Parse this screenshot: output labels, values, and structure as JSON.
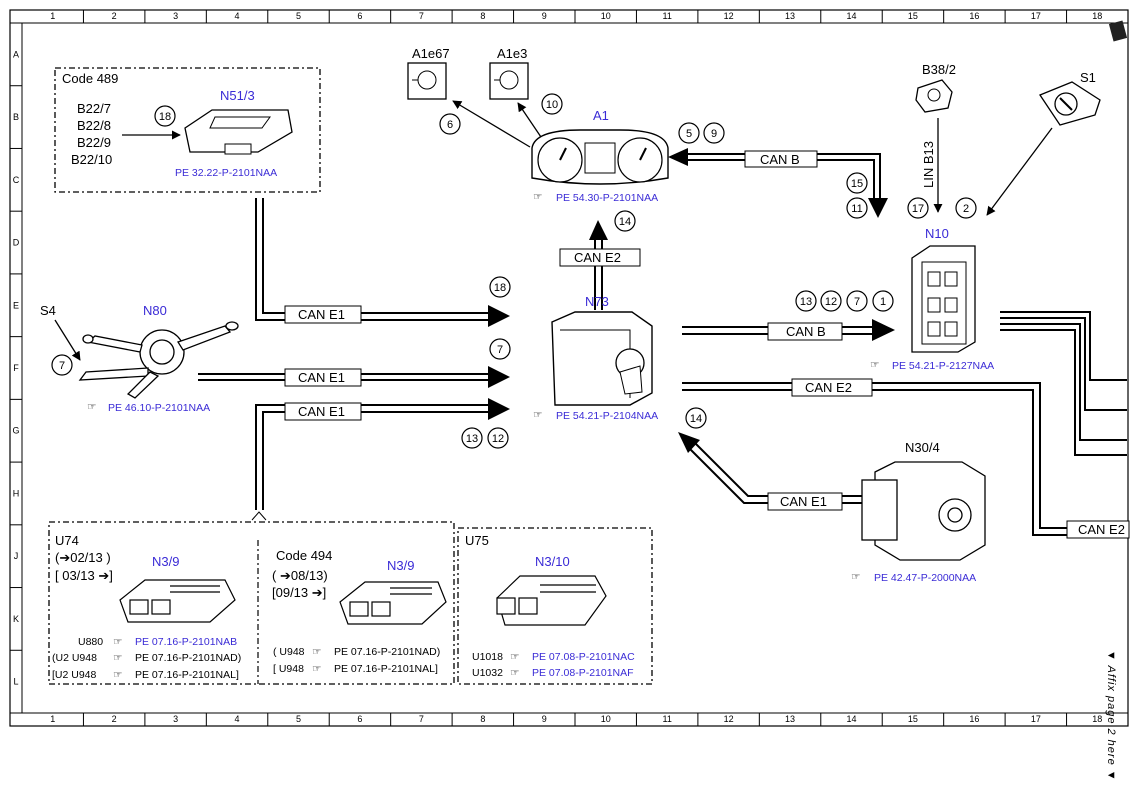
{
  "grid": {
    "columns": [
      "1",
      "2",
      "3",
      "4",
      "5",
      "6",
      "7",
      "8",
      "9",
      "10",
      "11",
      "12",
      "13",
      "14",
      "15",
      "16",
      "17",
      "18"
    ],
    "rows": [
      "A",
      "B",
      "C",
      "D",
      "E",
      "F",
      "G",
      "H",
      "J",
      "K",
      "L"
    ]
  },
  "side_note": "▼ Affix page 2 here ▼",
  "groups": {
    "code489": "Code 489",
    "u74": "U74",
    "u74_from": "(➔02/13 )",
    "u74_to": "[ 03/13 ➔]",
    "code494": "Code 494",
    "code494_from": "( ➔08/13)",
    "code494_to": "[09/13 ➔]",
    "u75": "U75"
  },
  "components": {
    "n51_3": "N51/3",
    "b22_list": [
      "B22/7",
      "B22/8",
      "B22/9",
      "B22/10"
    ],
    "a1e67": "A1e67",
    "a1e3": "A1e3",
    "a1": "A1",
    "b38_2": "B38/2",
    "s1": "S1",
    "lin_b13": "LIN B13",
    "n10": "N10",
    "s4": "S4",
    "n80": "N80",
    "n73": "N73",
    "n30_4": "N30/4",
    "n3_9_a": "N3/9",
    "n3_9_b": "N3/9",
    "n3_10": "N3/10"
  },
  "refs": {
    "n51_3": "PE 32.22-P-2101NAA",
    "a1": "PE 54.30-P-2101NAA",
    "n10": "PE 54.21-P-2127NAA",
    "n80": "PE 46.10-P-2101NAA",
    "n73": "PE 54.21-P-2104NAA",
    "n30_4": "PE 42.47-P-2000NAA",
    "u74_1_code": "U880",
    "u74_1": "PE 07.16-P-2101NAB",
    "u74_2_code": "(U2  U948",
    "u74_2": "PE 07.16-P-2101NAD)",
    "u74_3_code": "[U2  U948",
    "u74_3": "PE 07.16-P-2101NAL]",
    "c494_1_code": "( U948",
    "c494_1": "PE 07.16-P-2101NAD)",
    "c494_2_code": "[ U948",
    "c494_2": "PE 07.16-P-2101NAL]",
    "u75_1_code": "U1018",
    "u75_1": "PE 07.08-P-2101NAC",
    "u75_2_code": "U1032",
    "u75_2": "PE 07.08-P-2101NAF"
  },
  "buses": {
    "can_b_top": "CAN B",
    "can_e2_up": "CAN E2",
    "can_e1_top": "CAN E1",
    "can_e1_mid": "CAN E1",
    "can_e1_low": "CAN E1",
    "can_b_right": "CAN B",
    "can_e2_right": "CAN E2",
    "can_e1_n30": "CAN E1",
    "can_e2_far": "CAN E2"
  },
  "callouts": {
    "c18_n51": "18",
    "c6": "6",
    "c10": "10",
    "c5": "5",
    "c9": "9",
    "c15": "15",
    "c11": "11",
    "c17": "17",
    "c2": "2",
    "c14_up": "14",
    "c18_e": "18",
    "c7_f": "7",
    "c13_g": "13",
    "c12_g": "12",
    "c7_s4": "7",
    "c13_r": "13",
    "c12_r": "12",
    "c7_r": "7",
    "c1_r": "1",
    "c14_n30": "14"
  }
}
